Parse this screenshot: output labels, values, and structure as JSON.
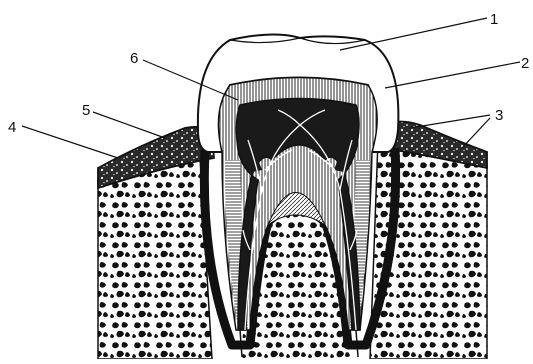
{
  "diagram": {
    "labels": [
      {
        "id": "callout-1",
        "text": "1"
      },
      {
        "id": "callout-2",
        "text": "2"
      },
      {
        "id": "callout-3",
        "text": "3"
      },
      {
        "id": "callout-4",
        "text": "4"
      },
      {
        "id": "callout-5",
        "text": "5"
      },
      {
        "id": "callout-6",
        "text": "6"
      }
    ],
    "colors": {
      "ink": "#111111",
      "paper": "#ffffff",
      "gum": "#2a2a2a",
      "pulp": "#1a1a1a"
    }
  }
}
